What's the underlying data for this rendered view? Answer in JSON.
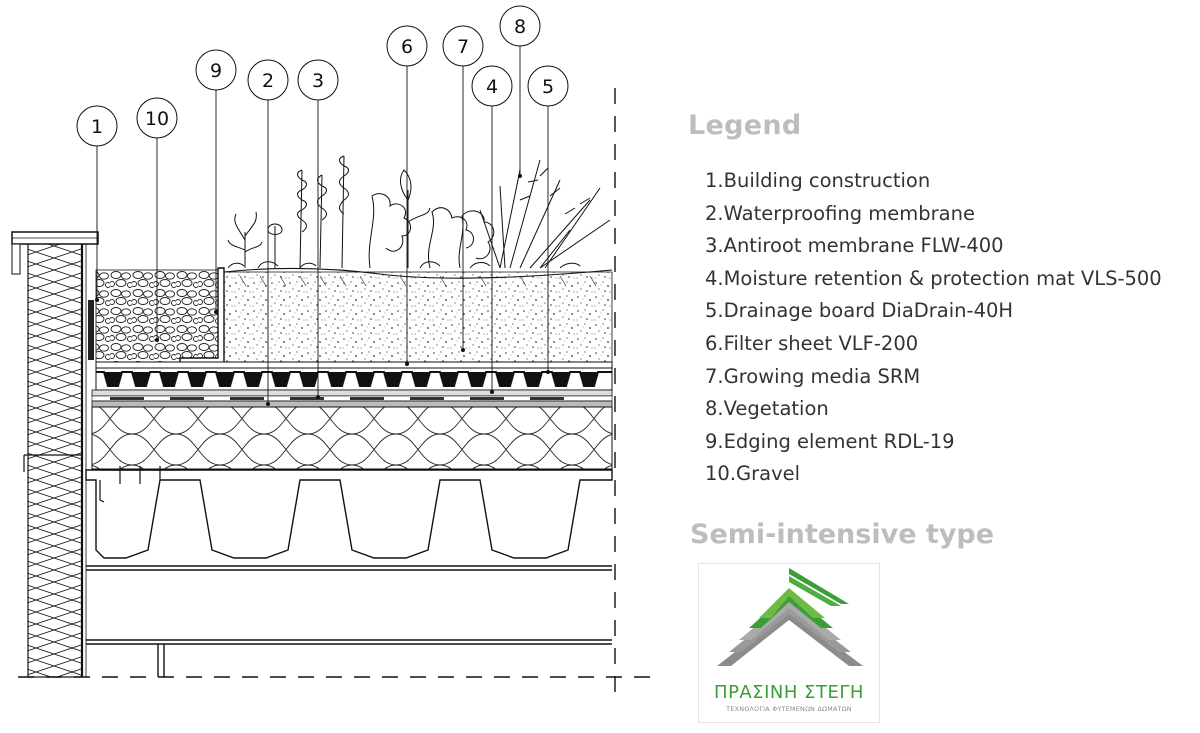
{
  "legend": {
    "title": "Legend",
    "items": [
      "1.Building construction",
      "2.Waterproofing membrane",
      "3.Antiroot membrane FLW-400",
      "4.Moisture retention & protection mat VLS-500",
      "5.Drainage board DiaDrain-40H",
      "6.Filter sheet VLF-200",
      "7.Growing media SRM",
      "8.Vegetation",
      "9.Edging element RDL-19",
      "10.Gravel"
    ]
  },
  "type_label": "Semi-intensive type",
  "logo": {
    "name": "ΠΡΑΣΙΝΗ ΣΤΕΓΗ",
    "tagline": "ΤΕΧΝΟΛΟΓΙΑ ΦΥΤΕΜΕΝΩΝ ΔΩΜΑΤΩΝ",
    "colors": {
      "green": "#3a9e3a",
      "gray": "#8c8c8c"
    }
  },
  "callouts": [
    "1",
    "10",
    "9",
    "2",
    "3",
    "6",
    "7",
    "4",
    "8",
    "5"
  ]
}
